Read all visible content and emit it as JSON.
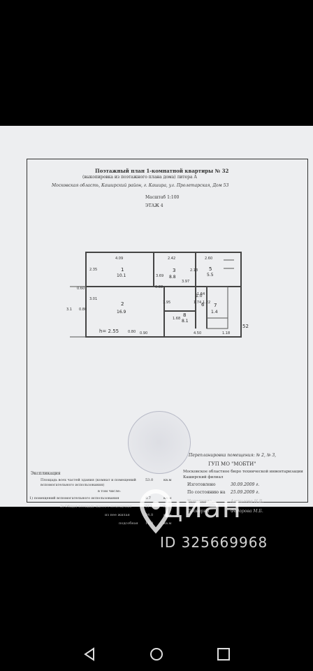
{
  "document": {
    "title": "Поэтажный план 1-комнатной квартиры № 32",
    "subtitle": "(выкопировка из поэтажного плана дома) литера А",
    "address": "Московская область, Каширский район, г. Кашира, ул. Пролетарская, Дом 53",
    "scale": "Масштаб 1:100",
    "floor": "ЭТАЖ 4"
  },
  "plan": {
    "rooms": [
      {
        "number": "1",
        "area": "10.1"
      },
      {
        "number": "2",
        "area": "16.9"
      },
      {
        "number": "3",
        "area": "8.8"
      },
      {
        "number": "5",
        "area": "5.5"
      },
      {
        "number": "6",
        "area": "1.0"
      },
      {
        "number": "7",
        "area": "1.4"
      },
      {
        "number": "8",
        "area": "8.1"
      }
    ],
    "dimensions": [
      "4.09",
      "2.42",
      "2.60",
      "2.35",
      "3.69",
      "3.97",
      "2.13",
      "0.60",
      "0.88",
      "1.95",
      "3.1",
      "3.01",
      "0.80",
      "1.68",
      "4.50",
      "0.90",
      "1.18",
      "1.74",
      "1.22",
      "1.64"
    ],
    "height": "h= 2.55",
    "height_b": "0.80",
    "side_label": "52"
  },
  "explication": {
    "header": "Экспликация",
    "rows": [
      {
        "label": "Площадь всех частей здания (комнат и помещений вспомогательного использования)",
        "value": "53.0",
        "unit": "кв.м"
      },
      {
        "label": "в том числе:",
        "value": "",
        "unit": ""
      },
      {
        "label": "1) помещений вспомогательного использования",
        "value": "0.7",
        "unit": "кв.м"
      },
      {
        "label": "2) Общая площадь жилого помещения",
        "value": "51.8",
        "unit": "кв.м"
      },
      {
        "label": "из нее жилая",
        "value": "34.8",
        "unit": "кв.м"
      },
      {
        "label": "подсобная",
        "value": "16.3",
        "unit": "кв.м"
      }
    ]
  },
  "bureau": {
    "note": "Перепланировка помещения: № 2, № 3,",
    "org": "ГУП МО \"МОБТИ\"",
    "branch": "Московское областное бюро технической инвентаризации Каширский филиал",
    "made_label": "Изготовлено",
    "made_value": "30.09.2009 г.",
    "state_label": "По состоянию на",
    "state_value": "25.09.2009 г.",
    "exec_label": "Исполнила",
    "exec_value": "Ампилова Н.В.",
    "check_label": "Проверил",
    "check_value": "Федорова М.Б."
  },
  "watermark": {
    "brand": "циан",
    "id": "ID 325669968"
  },
  "nav": [
    "back-icon",
    "home-icon",
    "recents-icon"
  ]
}
